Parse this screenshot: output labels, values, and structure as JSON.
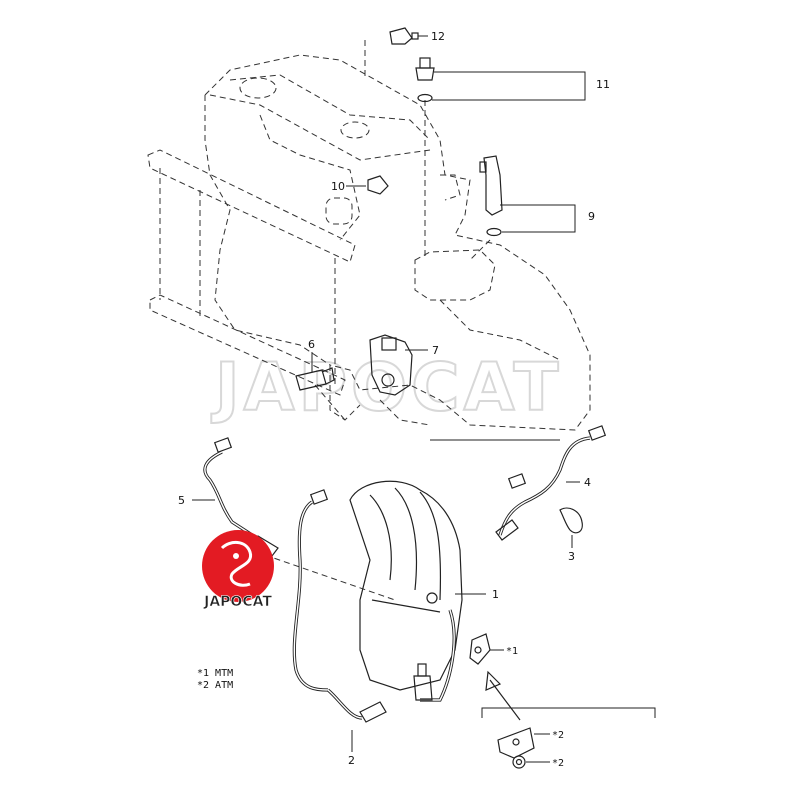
{
  "callouts": [
    {
      "id": "1",
      "label": "1"
    },
    {
      "id": "2",
      "label": "2"
    },
    {
      "id": "3",
      "label": "3"
    },
    {
      "id": "4",
      "label": "4"
    },
    {
      "id": "5",
      "label": "5"
    },
    {
      "id": "6",
      "label": "6"
    },
    {
      "id": "7",
      "label": "7"
    },
    {
      "id": "9",
      "label": "9"
    },
    {
      "id": "10",
      "label": "10"
    },
    {
      "id": "11",
      "label": "11"
    },
    {
      "id": "12",
      "label": "12"
    }
  ],
  "notes": {
    "line1": "*1 MTM",
    "line2": "*2 ATM",
    "mark1": "*1",
    "mark2a": "*2",
    "mark2b": "*2"
  },
  "watermark": {
    "text": "JAPOCAT",
    "badge_text": "JAPOCAT",
    "badge_color": "#e31b23"
  }
}
